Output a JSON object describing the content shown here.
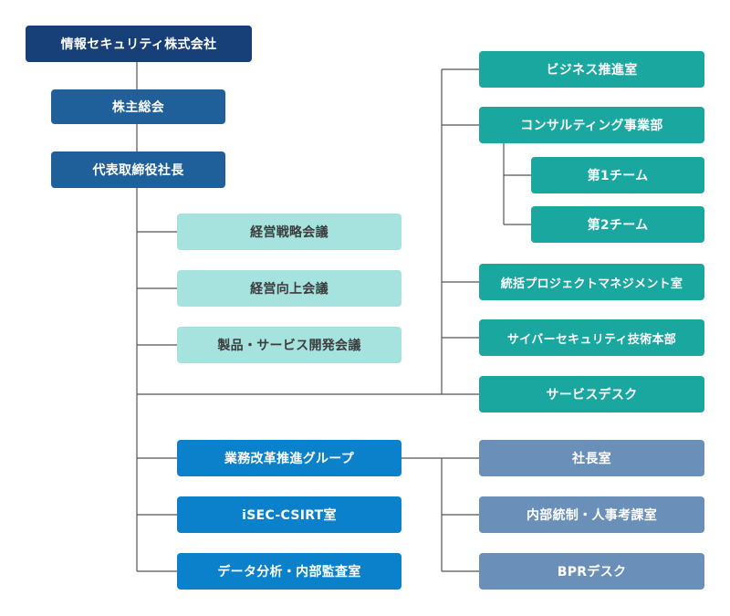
{
  "nodes": {
    "ceo_company": "情報セキュリティ株式会社",
    "shareholders": "株主総会",
    "president": "代表取締役社長",
    "mgmt_strategy": "経営戦略会議",
    "mgmt_improve": "経営向上会議",
    "product_dev": "製品・サービス開発会議",
    "business_promo": "ビジネス推進室",
    "consulting": "コンサルティング事業部",
    "team1": "第1チーム",
    "team2": "第2チーム",
    "pmo": "統括プロジェクトマネジメント室",
    "cyber": "サイバーセキュリティ技術本部",
    "service_desk": "サービスデスク",
    "bpr_group": "業務改革推進グループ",
    "csirt": "iSEC-CSIRT室",
    "data_audit": "データ分析・内部監査室",
    "president_office": "社長室",
    "internal_control": "内部統制・人事考課室",
    "bpr_desk": "BPRデスク"
  }
}
